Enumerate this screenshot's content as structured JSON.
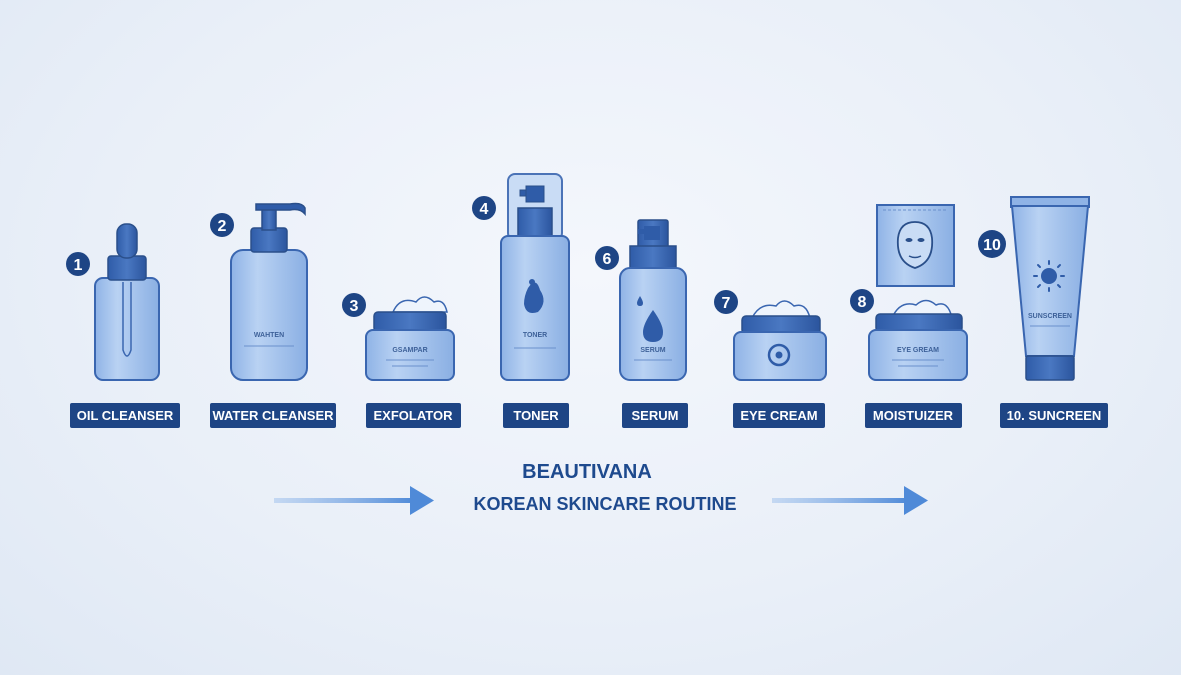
{
  "brand": "BEAUTIVANA",
  "subtitle": "KOREAN SKINCARE ROUTINE",
  "steps": [
    {
      "number": "1",
      "label": "OIL CLEANSER",
      "product_text": ""
    },
    {
      "number": "2",
      "label": "WATER CLEANSER",
      "product_text": "WAHTEN"
    },
    {
      "number": "3",
      "label": "EXFOLATOR",
      "product_text": "GSAMPAR"
    },
    {
      "number": "4",
      "label": "TONER",
      "product_text": "TONER"
    },
    {
      "number": "6",
      "label": "SERUM",
      "product_text": "SERUM"
    },
    {
      "number": "7",
      "label": "EYE CREAM",
      "product_text": ""
    },
    {
      "number": "8",
      "label": "MOISTUIZER",
      "product_text": "EYE GREAM"
    },
    {
      "number": "10",
      "label": "10. SUNCREEN",
      "product_text": "SUNSCREEN"
    }
  ],
  "colors": {
    "navy": "#1e4585",
    "product_fill": "#a9c6ee",
    "product_stroke": "#3a66b0",
    "arrow": "#5b93dc"
  },
  "icons": [
    "dropper-bottle-icon",
    "pump-bottle-icon",
    "jar-icon",
    "spray-bottle-icon",
    "serum-bottle-icon",
    "eye-cream-jar-icon",
    "sheet-mask-icon",
    "moisturizer-jar-icon",
    "sunscreen-tube-icon",
    "sun-icon",
    "arrow-right-icon"
  ]
}
